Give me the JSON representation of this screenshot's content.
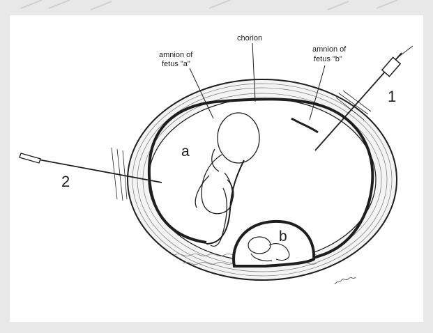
{
  "labels": {
    "chorion": "chorion",
    "amnion_a_line1": "amnion of",
    "amnion_a_line2": "fetus \"a\"",
    "amnion_b_line1": "amnion of",
    "amnion_b_line2": "fetus \"b\"",
    "fetus_a": "a",
    "fetus_b": "b",
    "needle_1": "1",
    "needle_2": "2"
  },
  "colors": {
    "background": "#ffffff",
    "frame": "#e8e8e8",
    "ink": "#1e1e1e",
    "uterine_fill": "#f4f4f4"
  }
}
